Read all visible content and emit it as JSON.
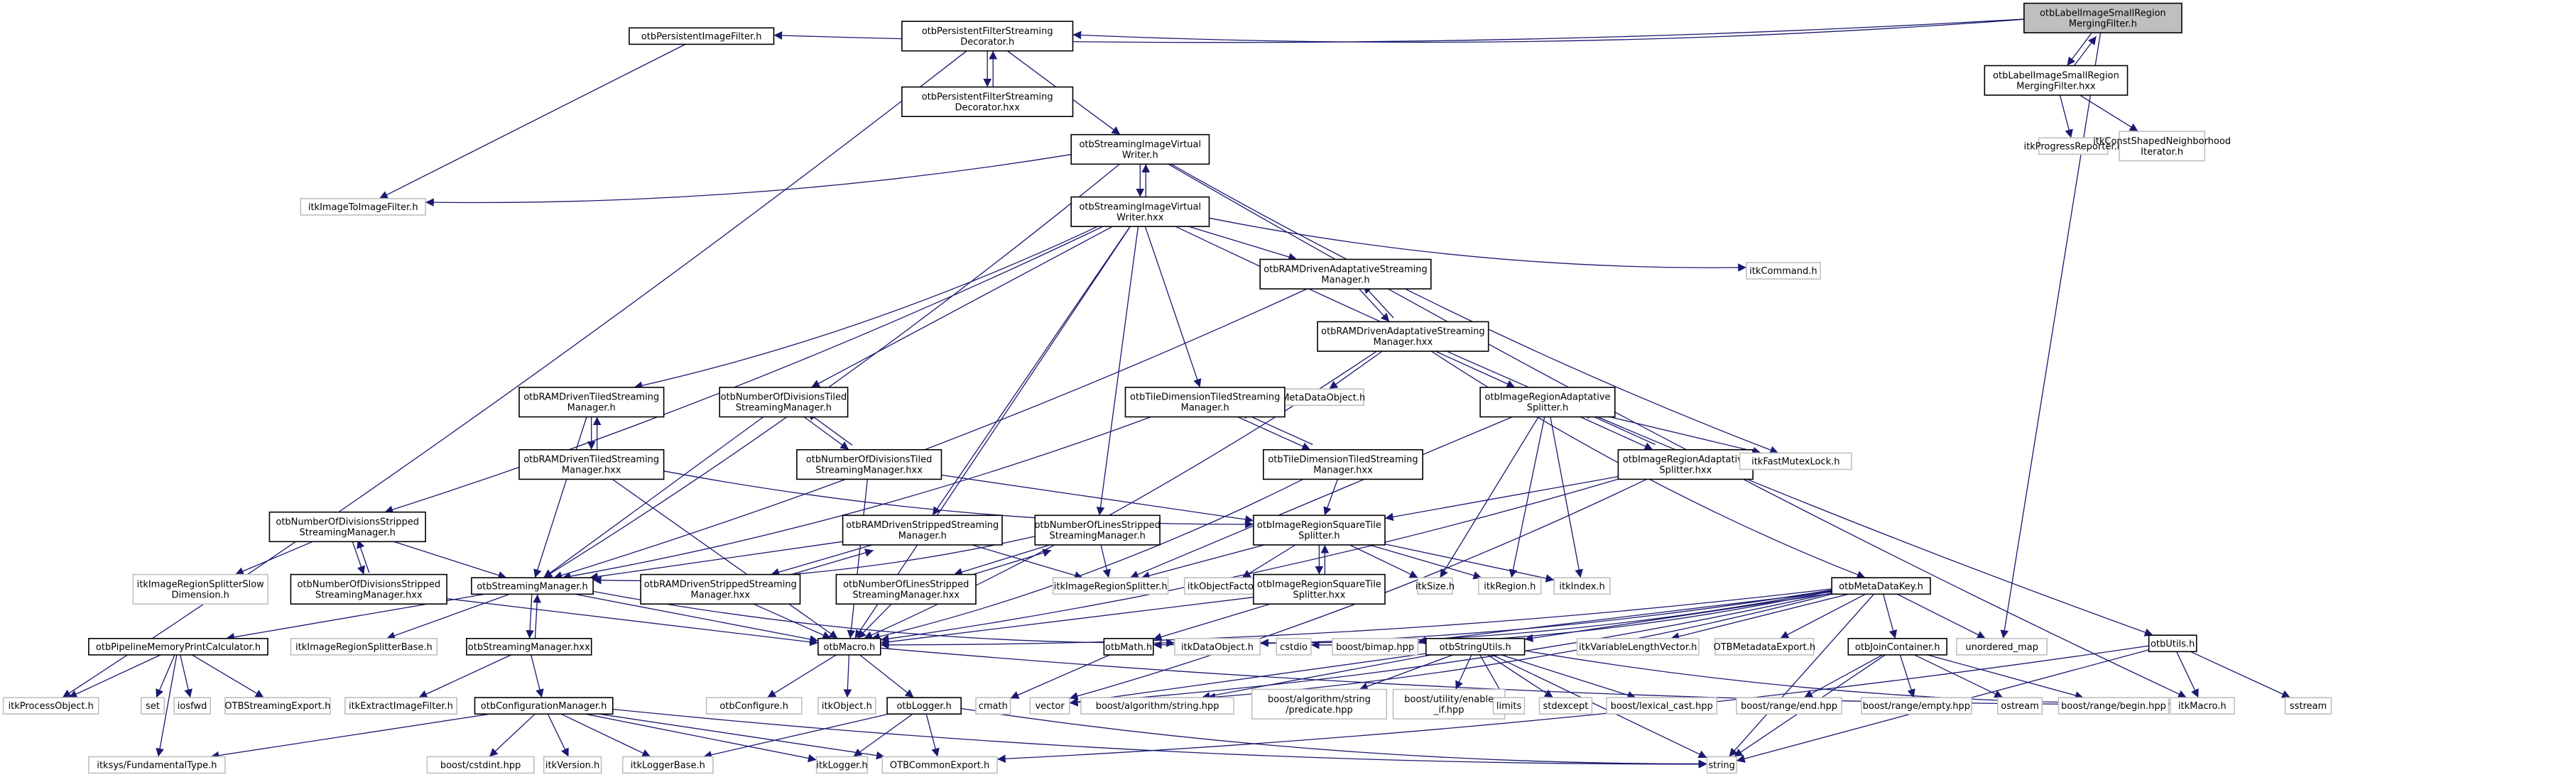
{
  "diagram": {
    "type": "include-dependency-graph",
    "colors": {
      "edge": "#191970",
      "focus_fill": "#bfbfbf",
      "internal_border": "#000000",
      "external_border": "#bfbfbf"
    },
    "nodes": [
      {
        "id": "root",
        "lines": [
          "otbLabelImageSmallRegion",
          "MergingFilter.h"
        ],
        "kind": "focus"
      },
      {
        "id": "pif",
        "lines": [
          "otbPersistentImageFilter.h"
        ],
        "kind": "internal"
      },
      {
        "id": "pfsd",
        "lines": [
          "otbPersistentFilterStreaming",
          "Decorator.h"
        ],
        "kind": "internal"
      },
      {
        "id": "rootx",
        "lines": [
          "otbLabelImageSmallRegion",
          "MergingFilter.hxx"
        ],
        "kind": "internal"
      },
      {
        "id": "pfsdx",
        "lines": [
          "otbPersistentFilterStreaming",
          "Decorator.hxx"
        ],
        "kind": "internal"
      },
      {
        "id": "sivw",
        "lines": [
          "otbStreamingImageVirtual",
          "Writer.h"
        ],
        "kind": "internal"
      },
      {
        "id": "progrep",
        "lines": [
          "itkProgressReporter.h"
        ],
        "kind": "external"
      },
      {
        "id": "csni",
        "lines": [
          "itkConstShapedNeighborhood",
          "Iterator.h"
        ],
        "kind": "external"
      },
      {
        "id": "itif",
        "lines": [
          "itkImageToImageFilter.h"
        ],
        "kind": "external"
      },
      {
        "id": "sivwx",
        "lines": [
          "otbStreamingImageVirtual",
          "Writer.hxx"
        ],
        "kind": "internal"
      },
      {
        "id": "itkcmd",
        "lines": [
          "itkCommand.h"
        ],
        "kind": "external"
      },
      {
        "id": "radsm",
        "lines": [
          "otbRAMDrivenAdaptativeStreaming",
          "Manager.h"
        ],
        "kind": "internal"
      },
      {
        "id": "radsmx",
        "lines": [
          "otbRAMDrivenAdaptativeStreaming",
          "Manager.hxx"
        ],
        "kind": "internal"
      },
      {
        "id": "metaobj",
        "lines": [
          "itkMetaDataObject.h"
        ],
        "kind": "external"
      },
      {
        "id": "rdtsm",
        "lines": [
          "otbRAMDrivenTiledStreaming",
          "Manager.h"
        ],
        "kind": "internal"
      },
      {
        "id": "ndtsm",
        "lines": [
          "otbNumberOfDivisionsTiled",
          "StreamingManager.h"
        ],
        "kind": "internal"
      },
      {
        "id": "tdtsm",
        "lines": [
          "otbTileDimensionTiledStreaming",
          "Manager.h"
        ],
        "kind": "internal"
      },
      {
        "id": "iras",
        "lines": [
          "otbImageRegionAdaptative",
          "Splitter.h"
        ],
        "kind": "internal"
      },
      {
        "id": "rdtsmx",
        "lines": [
          "otbRAMDrivenTiledStreaming",
          "Manager.hxx"
        ],
        "kind": "internal"
      },
      {
        "id": "ndtsmx",
        "lines": [
          "otbNumberOfDivisionsTiled",
          "StreamingManager.hxx"
        ],
        "kind": "internal"
      },
      {
        "id": "tdtsmx",
        "lines": [
          "otbTileDimensionTiledStreaming",
          "Manager.hxx"
        ],
        "kind": "internal"
      },
      {
        "id": "irasx",
        "lines": [
          "otbImageRegionAdaptative",
          "Splitter.hxx"
        ],
        "kind": "internal"
      },
      {
        "id": "fastmutex",
        "lines": [
          "itkFastMutexLock.h"
        ],
        "kind": "external"
      },
      {
        "id": "ndssm",
        "lines": [
          "otbNumberOfDivisionsStripped",
          "StreamingManager.h"
        ],
        "kind": "internal"
      },
      {
        "id": "rdssm",
        "lines": [
          "otbRAMDrivenStrippedStreaming",
          "Manager.h"
        ],
        "kind": "internal"
      },
      {
        "id": "nlssm",
        "lines": [
          "otbNumberOfLinesStripped",
          "StreamingManager.h"
        ],
        "kind": "internal"
      },
      {
        "id": "irsts",
        "lines": [
          "otbImageRegionSquareTile",
          "Splitter.h"
        ],
        "kind": "internal"
      },
      {
        "id": "irssd",
        "lines": [
          "itkImageRegionSplitterSlow",
          "Dimension.h"
        ],
        "kind": "external"
      },
      {
        "id": "ndssmx",
        "lines": [
          "otbNumberOfDivisionsStripped",
          "StreamingManager.hxx"
        ],
        "kind": "internal"
      },
      {
        "id": "sm",
        "lines": [
          "otbStreamingManager.h"
        ],
        "kind": "internal"
      },
      {
        "id": "rdssmx",
        "lines": [
          "otbRAMDrivenStrippedStreaming",
          "Manager.hxx"
        ],
        "kind": "internal"
      },
      {
        "id": "nlssmx",
        "lines": [
          "otbNumberOfLinesStripped",
          "StreamingManager.hxx"
        ],
        "kind": "internal"
      },
      {
        "id": "irsplit",
        "lines": [
          "itkImageRegionSplitter.h"
        ],
        "kind": "external"
      },
      {
        "id": "objfact",
        "lines": [
          "itkObjectFactory.h"
        ],
        "kind": "external"
      },
      {
        "id": "irstsx",
        "lines": [
          "otbImageRegionSquareTile",
          "Splitter.hxx"
        ],
        "kind": "internal"
      },
      {
        "id": "itksize",
        "lines": [
          "itkSize.h"
        ],
        "kind": "external"
      },
      {
        "id": "itkregion",
        "lines": [
          "itkRegion.h"
        ],
        "kind": "external"
      },
      {
        "id": "itkindex",
        "lines": [
          "itkIndex.h"
        ],
        "kind": "external"
      },
      {
        "id": "mdk",
        "lines": [
          "otbMetaDataKey.h"
        ],
        "kind": "internal"
      },
      {
        "id": "utils",
        "lines": [
          "otbUtils.h"
        ],
        "kind": "internal"
      },
      {
        "id": "pmpc",
        "lines": [
          "otbPipelineMemoryPrintCalculator.h"
        ],
        "kind": "internal"
      },
      {
        "id": "irsb",
        "lines": [
          "itkImageRegionSplitterBase.h"
        ],
        "kind": "external"
      },
      {
        "id": "smx",
        "lines": [
          "otbStreamingManager.hxx"
        ],
        "kind": "internal"
      },
      {
        "id": "macro",
        "lines": [
          "otbMacro.h"
        ],
        "kind": "internal"
      },
      {
        "id": "math",
        "lines": [
          "otbMath.h"
        ],
        "kind": "internal"
      },
      {
        "id": "dataobj",
        "lines": [
          "itkDataObject.h"
        ],
        "kind": "external"
      },
      {
        "id": "cstdio",
        "lines": [
          "cstdio"
        ],
        "kind": "external"
      },
      {
        "id": "bimap",
        "lines": [
          "boost/bimap.hpp"
        ],
        "kind": "external"
      },
      {
        "id": "strutils",
        "lines": [
          "otbStringUtils.h"
        ],
        "kind": "internal"
      },
      {
        "id": "vlv",
        "lines": [
          "itkVariableLengthVector.h"
        ],
        "kind": "external"
      },
      {
        "id": "mdexport",
        "lines": [
          "OTBMetadataExport.h"
        ],
        "kind": "external"
      },
      {
        "id": "joincont",
        "lines": [
          "otbJoinContainer.h"
        ],
        "kind": "internal"
      },
      {
        "id": "umap",
        "lines": [
          "unordered_map"
        ],
        "kind": "external"
      },
      {
        "id": "procobj",
        "lines": [
          "itkProcessObject.h"
        ],
        "kind": "external"
      },
      {
        "id": "set",
        "lines": [
          "set"
        ],
        "kind": "external"
      },
      {
        "id": "iosfwd",
        "lines": [
          "iosfwd"
        ],
        "kind": "external"
      },
      {
        "id": "strexport",
        "lines": [
          "OTBStreamingExport.h"
        ],
        "kind": "external"
      },
      {
        "id": "extract",
        "lines": [
          "itkExtractImageFilter.h"
        ],
        "kind": "external"
      },
      {
        "id": "confman",
        "lines": [
          "otbConfigurationManager.h"
        ],
        "kind": "internal"
      },
      {
        "id": "configure",
        "lines": [
          "otbConfigure.h"
        ],
        "kind": "external"
      },
      {
        "id": "itkobject",
        "lines": [
          "itkObject.h"
        ],
        "kind": "external"
      },
      {
        "id": "logger",
        "lines": [
          "otbLogger.h"
        ],
        "kind": "internal"
      },
      {
        "id": "cmath",
        "lines": [
          "cmath"
        ],
        "kind": "external"
      },
      {
        "id": "vector",
        "lines": [
          "vector"
        ],
        "kind": "external"
      },
      {
        "id": "algstr",
        "lines": [
          "boost/algorithm/string.hpp"
        ],
        "kind": "external"
      },
      {
        "id": "algpred",
        "lines": [
          "boost/algorithm/string",
          "/predicate.hpp"
        ],
        "kind": "external"
      },
      {
        "id": "enableif",
        "lines": [
          "boost/utility/enable",
          "_if.hpp"
        ],
        "kind": "external"
      },
      {
        "id": "limits",
        "lines": [
          "limits"
        ],
        "kind": "external"
      },
      {
        "id": "stdexcept",
        "lines": [
          "stdexcept"
        ],
        "kind": "external"
      },
      {
        "id": "lexcast",
        "lines": [
          "boost/lexical_cast.hpp"
        ],
        "kind": "external"
      },
      {
        "id": "rangeend",
        "lines": [
          "boost/range/end.hpp"
        ],
        "kind": "external"
      },
      {
        "id": "rangeempty",
        "lines": [
          "boost/range/empty.hpp"
        ],
        "kind": "external"
      },
      {
        "id": "ostream",
        "lines": [
          "ostream"
        ],
        "kind": "external"
      },
      {
        "id": "rangebegin",
        "lines": [
          "boost/range/begin.hpp"
        ],
        "kind": "external"
      },
      {
        "id": "itkmacro",
        "lines": [
          "itkMacro.h"
        ],
        "kind": "external"
      },
      {
        "id": "sstream",
        "lines": [
          "sstream"
        ],
        "kind": "external"
      },
      {
        "id": "fundtype",
        "lines": [
          "itksys/FundamentalType.h"
        ],
        "kind": "external"
      },
      {
        "id": "cstdint",
        "lines": [
          "boost/cstdint.hpp"
        ],
        "kind": "external"
      },
      {
        "id": "itkversion",
        "lines": [
          "itkVersion.h"
        ],
        "kind": "external"
      },
      {
        "id": "loggerbase",
        "lines": [
          "itkLoggerBase.h"
        ],
        "kind": "external"
      },
      {
        "id": "itklogger",
        "lines": [
          "itkLogger.h"
        ],
        "kind": "external"
      },
      {
        "id": "commonexport",
        "lines": [
          "OTBCommonExport.h"
        ],
        "kind": "external"
      },
      {
        "id": "string",
        "lines": [
          "string"
        ],
        "kind": "external"
      }
    ],
    "edges": [
      [
        "root",
        "pif"
      ],
      [
        "root",
        "pfsd"
      ],
      [
        "root",
        "rootx"
      ],
      [
        "root",
        "umap"
      ],
      [
        "rootx",
        "root"
      ],
      [
        "rootx",
        "progrep"
      ],
      [
        "rootx",
        "csni"
      ],
      [
        "pif",
        "itif"
      ],
      [
        "pfsd",
        "procobj"
      ],
      [
        "pfsd",
        "pfsdx"
      ],
      [
        "pfsd",
        "sivw"
      ],
      [
        "pfsdx",
        "pfsd"
      ],
      [
        "sivw",
        "itif"
      ],
      [
        "sivw",
        "sivwx"
      ],
      [
        "sivw",
        "sm"
      ],
      [
        "sivw",
        "fastmutex"
      ],
      [
        "sivw",
        "itkmacro"
      ],
      [
        "sivwx",
        "sivw"
      ],
      [
        "sivwx",
        "itkcmd"
      ],
      [
        "sivwx",
        "radsm"
      ],
      [
        "sivwx",
        "rdtsm"
      ],
      [
        "sivwx",
        "ndtsm"
      ],
      [
        "sivwx",
        "tdtsm"
      ],
      [
        "sivwx",
        "ndssm"
      ],
      [
        "sivwx",
        "rdssm"
      ],
      [
        "sivwx",
        "nlssm"
      ],
      [
        "sivwx",
        "macro"
      ],
      [
        "sivwx",
        "utils"
      ],
      [
        "radsm",
        "radsmx"
      ],
      [
        "radsm",
        "sm"
      ],
      [
        "radsmx",
        "radsm"
      ],
      [
        "radsmx",
        "metaobj"
      ],
      [
        "radsmx",
        "iras"
      ],
      [
        "radsmx",
        "macro"
      ],
      [
        "radsmx",
        "mdk"
      ],
      [
        "rdtsm",
        "rdtsmx"
      ],
      [
        "rdtsm",
        "sm"
      ],
      [
        "rdtsmx",
        "rdtsm"
      ],
      [
        "rdtsmx",
        "macro"
      ],
      [
        "rdtsmx",
        "irsts"
      ],
      [
        "ndtsm",
        "ndtsmx"
      ],
      [
        "ndtsm",
        "sm"
      ],
      [
        "ndtsmx",
        "ndtsm"
      ],
      [
        "ndtsmx",
        "irsts"
      ],
      [
        "ndtsmx",
        "macro"
      ],
      [
        "tdtsm",
        "tdtsmx"
      ],
      [
        "tdtsm",
        "sm"
      ],
      [
        "tdtsmx",
        "tdtsm"
      ],
      [
        "tdtsmx",
        "irsts"
      ],
      [
        "tdtsmx",
        "macro"
      ],
      [
        "iras",
        "irasx"
      ],
      [
        "iras",
        "irsplit"
      ],
      [
        "iras",
        "fastmutex"
      ],
      [
        "iras",
        "itksize"
      ],
      [
        "iras",
        "itkregion"
      ],
      [
        "iras",
        "itkindex"
      ],
      [
        "irasx",
        "iras"
      ],
      [
        "irasx",
        "irsts"
      ],
      [
        "irasx",
        "macro"
      ],
      [
        "irasx",
        "vector"
      ],
      [
        "ndssm",
        "ndssmx"
      ],
      [
        "ndssm",
        "sm"
      ],
      [
        "ndssm",
        "irssd"
      ],
      [
        "ndssmx",
        "ndssm"
      ],
      [
        "ndssmx",
        "macro"
      ],
      [
        "rdssm",
        "rdssmx"
      ],
      [
        "rdssm",
        "sm"
      ],
      [
        "rdssm",
        "irsplit"
      ],
      [
        "rdssmx",
        "rdssm"
      ],
      [
        "rdssmx",
        "macro"
      ],
      [
        "nlssm",
        "nlssmx"
      ],
      [
        "nlssm",
        "sm"
      ],
      [
        "nlssm",
        "irsplit"
      ],
      [
        "nlssmx",
        "nlssm"
      ],
      [
        "nlssmx",
        "macro"
      ],
      [
        "irsts",
        "irstsx"
      ],
      [
        "irsts",
        "irsplit"
      ],
      [
        "irsts",
        "objfact"
      ],
      [
        "irsts",
        "itksize"
      ],
      [
        "irsts",
        "itkregion"
      ],
      [
        "irsts",
        "itkindex"
      ],
      [
        "irstsx",
        "irsts"
      ],
      [
        "irstsx",
        "macro"
      ],
      [
        "irstsx",
        "math"
      ],
      [
        "sm",
        "smx"
      ],
      [
        "sm",
        "pmpc"
      ],
      [
        "sm",
        "irsb"
      ],
      [
        "sm",
        "macro"
      ],
      [
        "sm",
        "dataobj"
      ],
      [
        "smx",
        "sm"
      ],
      [
        "smx",
        "extract"
      ],
      [
        "smx",
        "confman"
      ],
      [
        "pmpc",
        "procobj"
      ],
      [
        "pmpc",
        "set"
      ],
      [
        "pmpc",
        "iosfwd"
      ],
      [
        "pmpc",
        "strexport"
      ],
      [
        "pmpc",
        "fundtype"
      ],
      [
        "confman",
        "fundtype"
      ],
      [
        "confman",
        "cstdint"
      ],
      [
        "confman",
        "itkversion"
      ],
      [
        "confman",
        "loggerbase"
      ],
      [
        "confman",
        "itklogger"
      ],
      [
        "confman",
        "commonexport"
      ],
      [
        "confman",
        "string"
      ],
      [
        "macro",
        "configure"
      ],
      [
        "macro",
        "itkobject"
      ],
      [
        "macro",
        "logger"
      ],
      [
        "macro",
        "itkmacro"
      ],
      [
        "logger",
        "loggerbase"
      ],
      [
        "logger",
        "itklogger"
      ],
      [
        "logger",
        "commonexport"
      ],
      [
        "logger",
        "string"
      ],
      [
        "math",
        "cmath"
      ],
      [
        "mdk",
        "macro"
      ],
      [
        "mdk",
        "dataobj"
      ],
      [
        "mdk",
        "cstdio"
      ],
      [
        "mdk",
        "bimap"
      ],
      [
        "mdk",
        "strutils"
      ],
      [
        "mdk",
        "vlv"
      ],
      [
        "mdk",
        "mdexport"
      ],
      [
        "mdk",
        "joincont"
      ],
      [
        "mdk",
        "umap"
      ],
      [
        "mdk",
        "vector"
      ],
      [
        "mdk",
        "algstr"
      ],
      [
        "mdk",
        "math"
      ],
      [
        "mdk",
        "string"
      ],
      [
        "strutils",
        "vector"
      ],
      [
        "strutils",
        "algstr"
      ],
      [
        "strutils",
        "algpred"
      ],
      [
        "strutils",
        "enableif"
      ],
      [
        "strutils",
        "limits"
      ],
      [
        "strutils",
        "stdexcept"
      ],
      [
        "strutils",
        "lexcast"
      ],
      [
        "strutils",
        "string"
      ],
      [
        "strutils",
        "itkmacro"
      ],
      [
        "joincont",
        "rangeend"
      ],
      [
        "joincont",
        "rangeempty"
      ],
      [
        "joincont",
        "ostream"
      ],
      [
        "joincont",
        "rangebegin"
      ],
      [
        "joincont",
        "string"
      ],
      [
        "utils",
        "itkmacro"
      ],
      [
        "utils",
        "sstream"
      ],
      [
        "utils",
        "string"
      ],
      [
        "utils",
        "commonexport"
      ]
    ]
  }
}
